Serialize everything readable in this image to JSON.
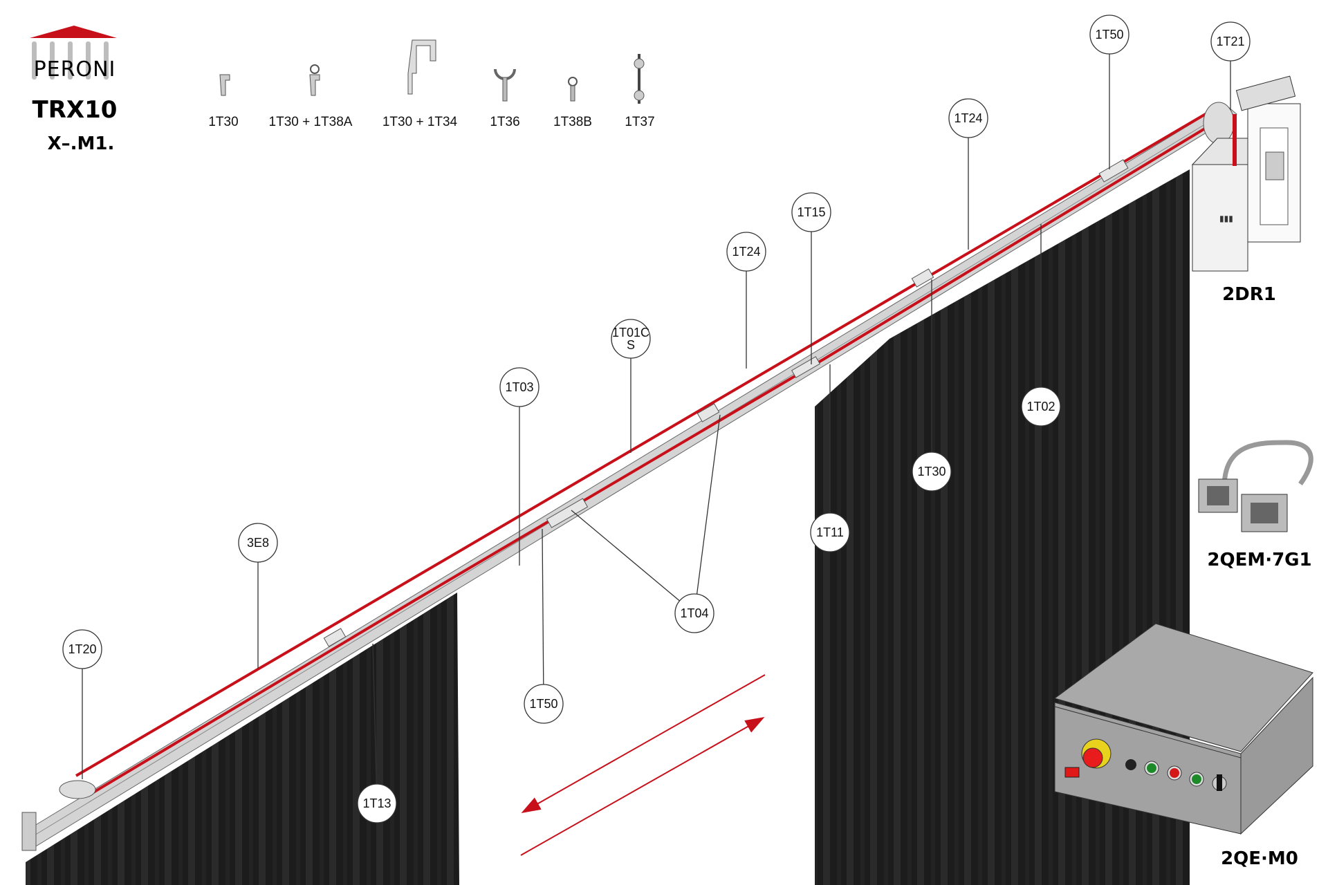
{
  "logo": {
    "brand": "PERONI"
  },
  "model": {
    "name": "TRX10",
    "code": "X–.M1."
  },
  "accessories": [
    {
      "label": "1T30"
    },
    {
      "label": "1T30 + 1T38A"
    },
    {
      "label": "1T30 + 1T34"
    },
    {
      "label": "1T36"
    },
    {
      "label": "1T38B"
    },
    {
      "label": "1T37"
    }
  ],
  "callouts": [
    {
      "lines": [
        "1T50"
      ]
    },
    {
      "lines": [
        "1T21"
      ]
    },
    {
      "lines": [
        "1T24"
      ]
    },
    {
      "lines": [
        "1T15"
      ]
    },
    {
      "lines": [
        "1T24"
      ]
    },
    {
      "lines": [
        "1T01C",
        "S"
      ]
    },
    {
      "lines": [
        "1T03"
      ]
    },
    {
      "lines": [
        "1T02"
      ]
    },
    {
      "lines": [
        "1T30"
      ]
    },
    {
      "lines": [
        "1T11"
      ]
    },
    {
      "lines": [
        "3E8"
      ]
    },
    {
      "lines": [
        "1T04"
      ]
    },
    {
      "lines": [
        "1T20"
      ]
    },
    {
      "lines": [
        "1T50"
      ]
    },
    {
      "lines": [
        "1T13"
      ]
    }
  ],
  "components": {
    "motor": "2DR1",
    "cable": "2QEM·7G1",
    "control_box": "2QE·M0"
  },
  "colors": {
    "red": "#c8101a",
    "curtain": "#1e1e1e",
    "steel": "#a9a9a9"
  }
}
